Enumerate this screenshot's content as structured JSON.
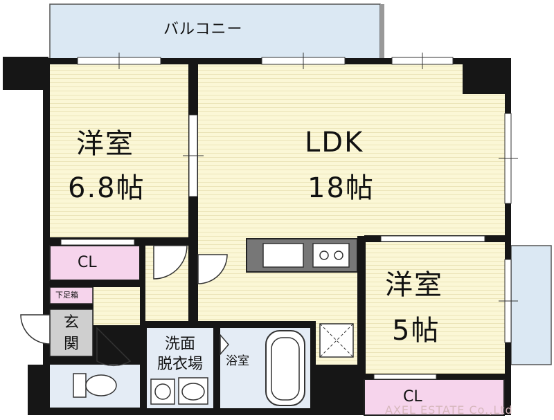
{
  "balcony_label": "バルコニー",
  "rooms": {
    "western_1": {
      "name": "洋室",
      "size": "6.8帖"
    },
    "ldk": {
      "name": "LDK",
      "size": "18帖"
    },
    "western_2": {
      "name": "洋室",
      "size": "5帖"
    }
  },
  "closets": {
    "cl_1": "CL",
    "cl_2": "CL"
  },
  "shoe_box": "下足箱",
  "entrance": "玄関",
  "washroom": "洗面脱衣場",
  "washroom_lines": [
    "洗面",
    "脱衣場"
  ],
  "bathroom": "浴室",
  "watermark": "AXEL ESTATE Co.,Ltd",
  "colors": {
    "room_fill": "#fbf7d6",
    "balcony_fill": "#dbe8f3",
    "closet_fill": "#f6d4ec",
    "wall": "#161616",
    "wet_fill": "#e4ecf5"
  }
}
